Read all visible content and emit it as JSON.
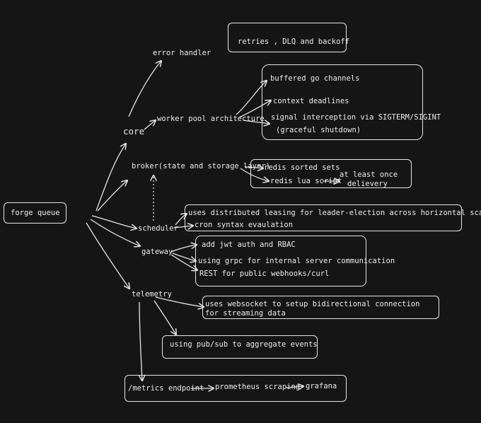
{
  "root": {
    "label": "forge queue"
  },
  "core": {
    "label": "core",
    "error_handler": {
      "label": "error handler",
      "detail": "retries , DLQ and backoff"
    },
    "worker_pool": {
      "label": "worker pool architecture",
      "items": [
        "buffered go channels",
        "context deadlines",
        "signal interception via SIGTERM/SIGINT",
        "(graceful shutdown)"
      ]
    }
  },
  "broker": {
    "label": "broker(state and storage layer)",
    "items": [
      "redis sorted sets",
      "redis lua script"
    ],
    "guarantee": [
      "at least once",
      "delievery"
    ]
  },
  "scheduler": {
    "label": "scheduler",
    "items": [
      "uses distributed leasing for leader-election across horizontal scaling",
      "cron syntax evaulation"
    ]
  },
  "gateway": {
    "label": "gateway",
    "items": [
      "add jwt auth and RBAC",
      "using grpc for internal server communication",
      "REST for public webhooks/curl"
    ]
  },
  "telemetry": {
    "label": "telemetry",
    "websocket": "uses websocket to setup bidirectional connection for streaming data",
    "pubsub": "using pub/sub to aggregate events",
    "metrics": {
      "endpoint": "/metrics endpoint",
      "scraping": "prometheus scraping",
      "grafana": "grafana"
    }
  },
  "colors": {
    "background": "#151515",
    "stroke": "#e6e6e6",
    "text": "#ececec"
  }
}
